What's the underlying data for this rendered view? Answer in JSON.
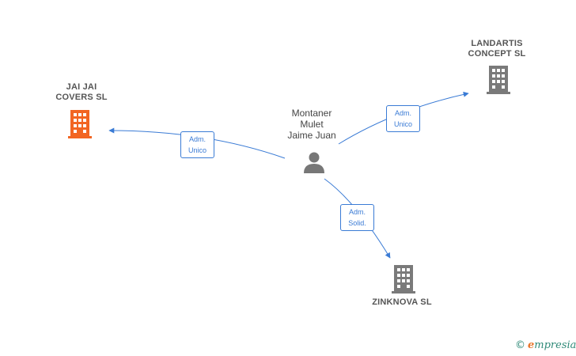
{
  "person": {
    "name": "Montaner\nMulet\nJaime Juan"
  },
  "companies": [
    {
      "key": "jaijai",
      "name": "JAI JAI\nCOVERS  SL",
      "color": "#f26522"
    },
    {
      "key": "landartis",
      "name": "LANDARTIS\nCONCEPT SL",
      "color": "#7a7a7a"
    },
    {
      "key": "zinknova",
      "name": "ZINKNOVA  SL",
      "color": "#7a7a7a"
    }
  ],
  "relations": [
    {
      "target": "jaijai",
      "label": "Adm.\nUnico"
    },
    {
      "target": "landartis",
      "label": "Adm.\nUnico"
    },
    {
      "target": "zinknova",
      "label": "Adm.\nSolid."
    }
  ],
  "colors": {
    "edge": "#3a7bd5",
    "person_icon": "#777777"
  },
  "watermark": {
    "symbol": "©",
    "first_letter": "e",
    "rest": "mpresia"
  }
}
